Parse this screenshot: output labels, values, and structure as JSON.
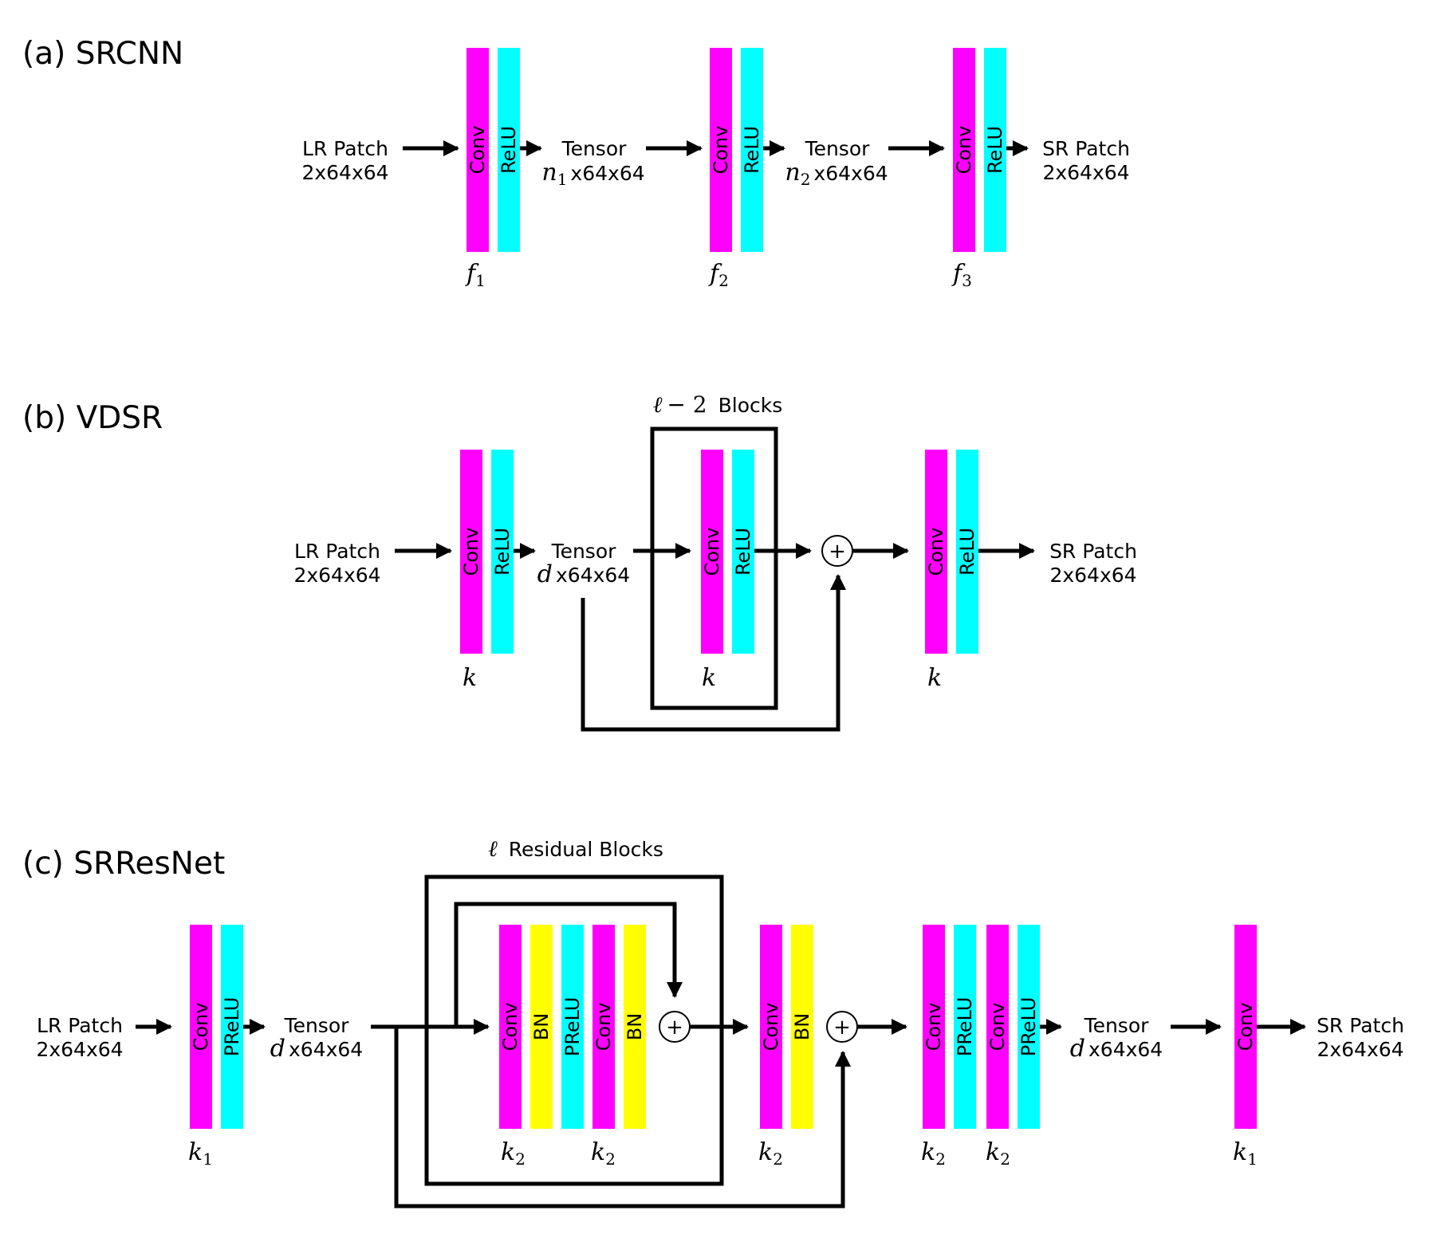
{
  "colors": {
    "conv": "#ff00ff",
    "relu": "#00ffff",
    "prelu": "#00ffff",
    "bn": "#ffff00"
  },
  "panels": {
    "a": {
      "title": "(a) SRCNN",
      "input": [
        "LR Patch",
        "2x64x64"
      ],
      "tensor1": {
        "label": "Tensor",
        "var": "n",
        "sub": "1",
        "dims": "x64x64"
      },
      "tensor2": {
        "label": "Tensor",
        "var": "n",
        "sub": "2",
        "dims": "x64x64"
      },
      "output": [
        "SR Patch",
        "2x64x64"
      ],
      "blocks": [
        "Conv",
        "ReLU"
      ],
      "kernels": [
        {
          "var": "f",
          "sub": "1"
        },
        {
          "var": "f",
          "sub": "2"
        },
        {
          "var": "f",
          "sub": "3"
        }
      ]
    },
    "b": {
      "title": "(b) VDSR",
      "input": [
        "LR Patch",
        "2x64x64"
      ],
      "tensor": {
        "label": "Tensor",
        "var": "d",
        "dims": "x64x64"
      },
      "output": [
        "SR Patch",
        "2x64x64"
      ],
      "blocks": [
        "Conv",
        "ReLU"
      ],
      "repeat": {
        "var": "ℓ",
        "op": "− 2",
        "text": "Blocks"
      },
      "kernel": "k",
      "sum": "+"
    },
    "c": {
      "title": "(c) SRResNet",
      "input": [
        "LR Patch",
        "2x64x64"
      ],
      "tensor1": {
        "label": "Tensor",
        "var": "d",
        "dims": "x64x64"
      },
      "tensor2": {
        "label": "Tensor",
        "var": "d",
        "dims": "x64x64"
      },
      "output": [
        "SR Patch",
        "2x64x64"
      ],
      "repeat": {
        "var": "ℓ",
        "text": "Residual Blocks"
      },
      "block_labels": {
        "conv": "Conv",
        "prelu": "PReLU",
        "bn": "BN"
      },
      "k1": {
        "var": "k",
        "sub": "1"
      },
      "k2": {
        "var": "k",
        "sub": "2"
      },
      "sum": "+"
    }
  }
}
